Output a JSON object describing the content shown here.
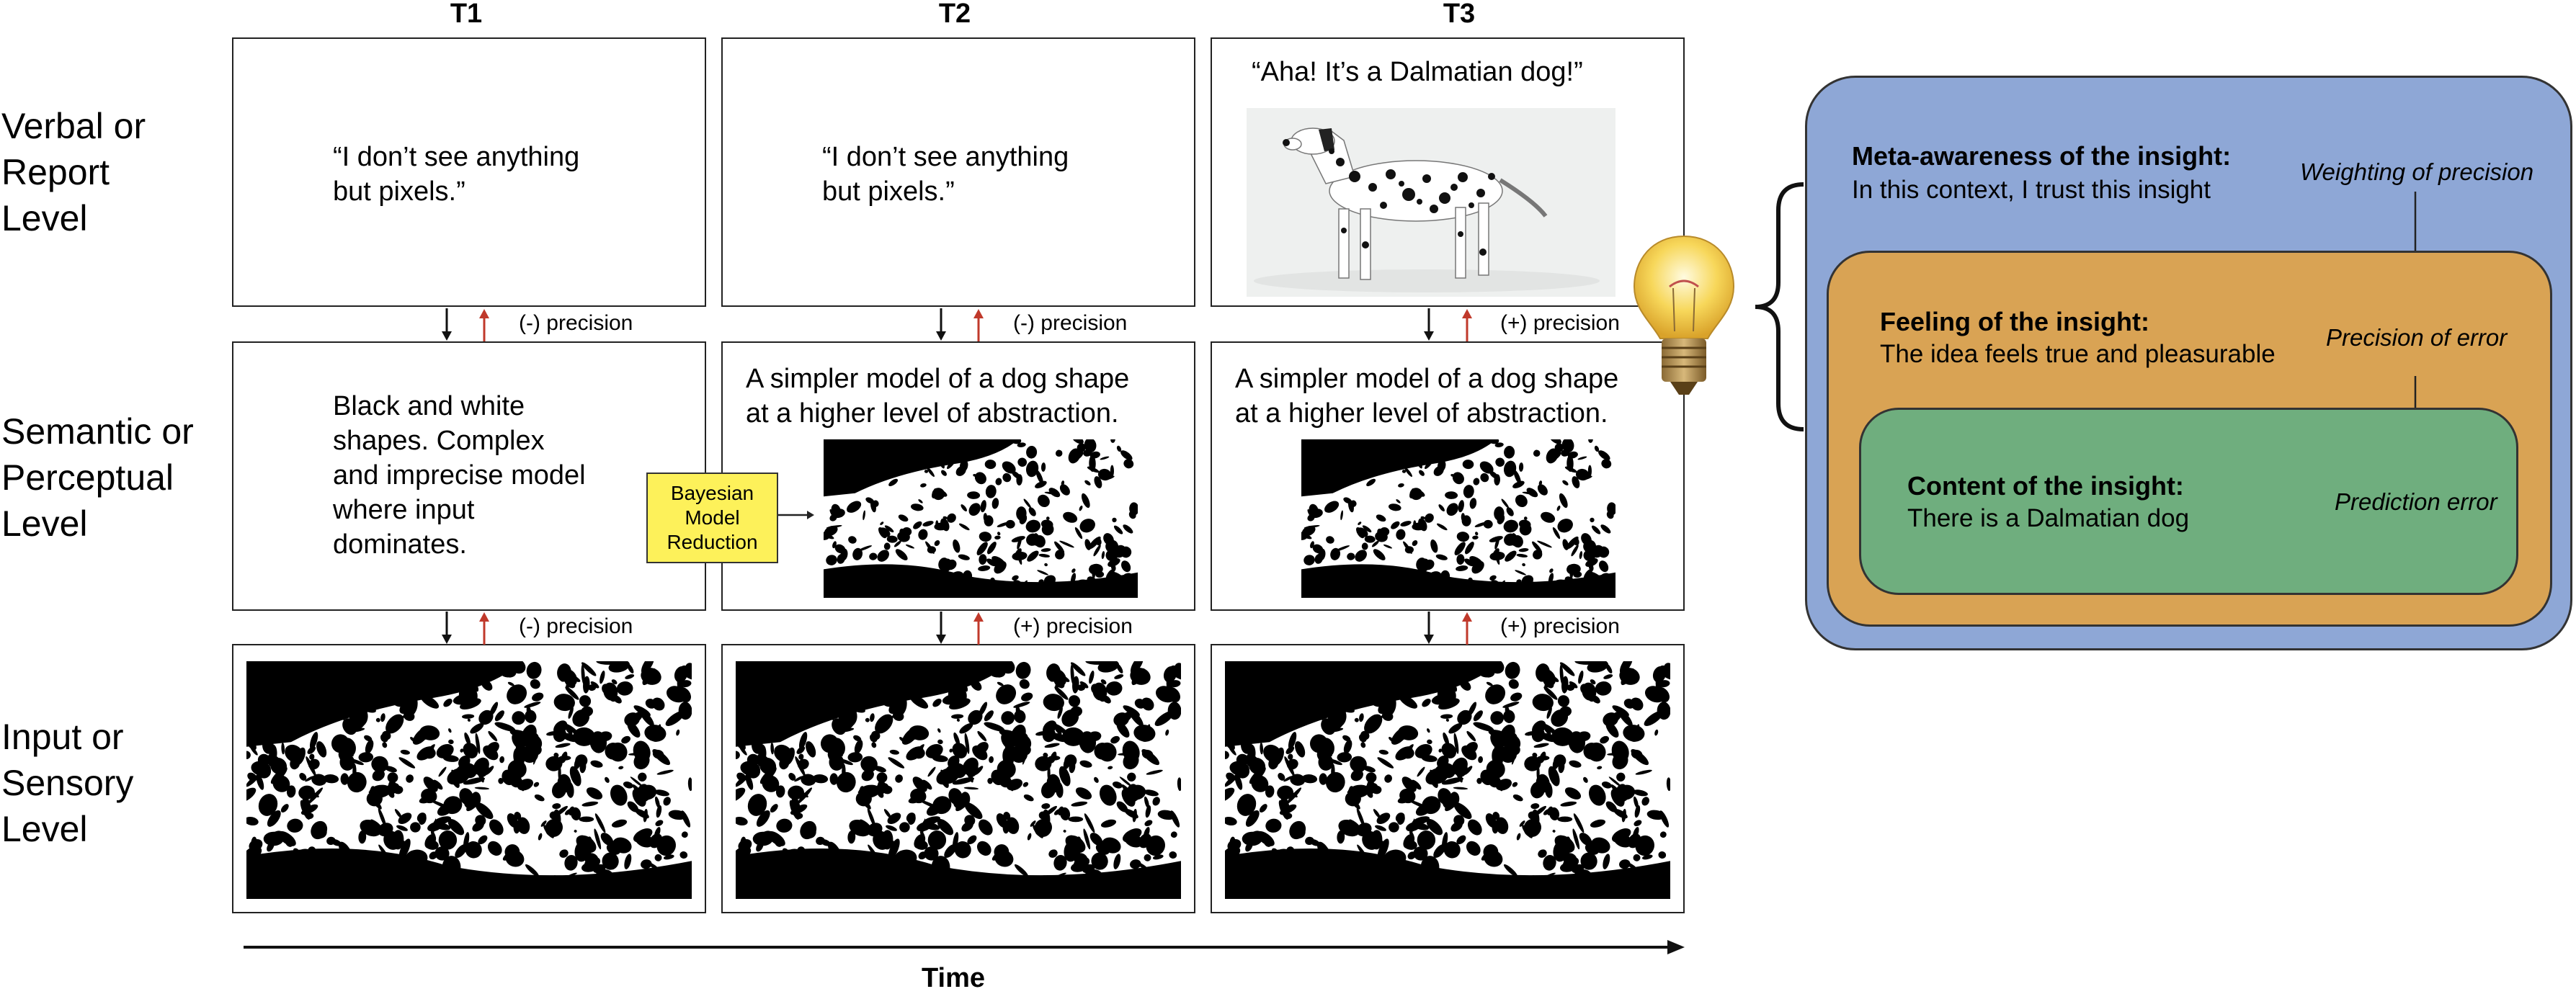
{
  "columns": [
    "T1",
    "T2",
    "T3"
  ],
  "rows": {
    "verbal": [
      "Verbal or",
      "Report",
      "Level"
    ],
    "semantic": [
      "Semantic or",
      "Perceptual",
      "Level"
    ],
    "input": [
      "Input or",
      "Sensory",
      "Level"
    ]
  },
  "panels": {
    "t1_verbal": [
      "“I don’t see anything",
      "but pixels.”"
    ],
    "t2_verbal": [
      "“I don’t see anything",
      "but pixels.”"
    ],
    "t3_verbal": "“Aha! It’s a Dalmatian dog!”",
    "t1_semantic": [
      "Black and white",
      "shapes. Complex",
      "and imprecise model",
      "where input",
      "dominates."
    ],
    "t2_semantic": [
      "A simpler model of a dog shape",
      "at a higher level of abstraction."
    ],
    "t3_semantic": [
      "A simpler model of a dog shape",
      "at a higher level of abstraction."
    ]
  },
  "precision_labels": {
    "t1_upper": "(-) precision",
    "t2_upper": "(-) precision",
    "t3_upper": "(+) precision",
    "t1_lower": "(-) precision",
    "t2_lower": "(+) precision",
    "t3_lower": "(+) precision"
  },
  "bayesian_box": [
    "Bayesian",
    "Model",
    "Reduction"
  ],
  "time_label": "Time",
  "insight": {
    "meta": {
      "title": "Meta-awareness of the insight:",
      "text": "In this context, I trust this insight",
      "side": "Weighting of precision"
    },
    "feeling": {
      "title": "Feeling of the insight:",
      "text": "The idea feels true and pleasurable",
      "side": "Precision of error"
    },
    "content": {
      "title": "Content of the insight:",
      "text": "There is a Dalmatian dog",
      "side": "Prediction error"
    }
  },
  "colors": {
    "meta_box": "#8ea7d6",
    "feeling_box": "#d9a354",
    "content_box": "#6fae7e",
    "bayesian_box": "#fdf15a",
    "up_arrow": "#c0392b",
    "down_arrow": "#111111"
  },
  "icons": [
    "lightbulb-icon",
    "dalmatian-photo",
    "dalmatian-illusion-image",
    "curly-brace"
  ]
}
